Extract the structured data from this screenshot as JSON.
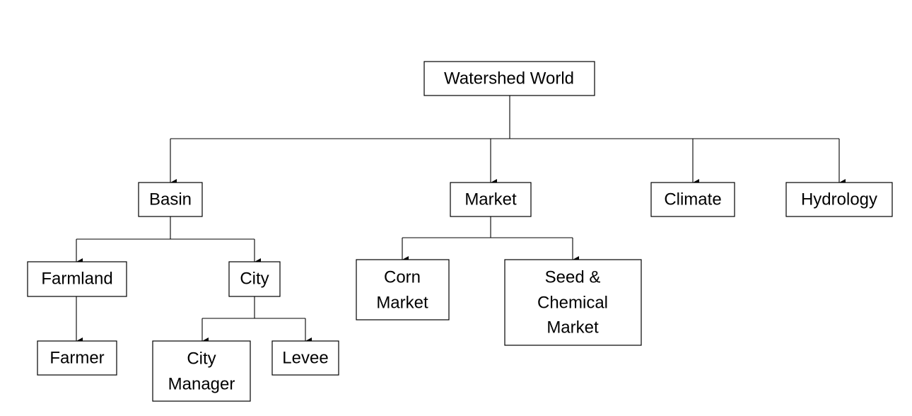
{
  "diagram": {
    "root": {
      "label": "Watershed World"
    },
    "level1": {
      "basin": {
        "label": "Basin"
      },
      "market": {
        "label": "Market"
      },
      "climate": {
        "label": "Climate"
      },
      "hydrology": {
        "label": "Hydrology"
      }
    },
    "basin_children": {
      "farmland": {
        "label": "Farmland"
      },
      "city": {
        "label": "City"
      }
    },
    "farmland_children": {
      "farmer": {
        "label": "Farmer"
      }
    },
    "city_children": {
      "city_manager": {
        "lines": [
          "City",
          "Manager"
        ]
      },
      "levee": {
        "label": "Levee"
      }
    },
    "market_children": {
      "corn_market": {
        "lines": [
          "Corn",
          "Market"
        ]
      },
      "seed_chemical_market": {
        "lines": [
          "Seed &",
          "Chemical",
          "Market"
        ]
      }
    }
  }
}
